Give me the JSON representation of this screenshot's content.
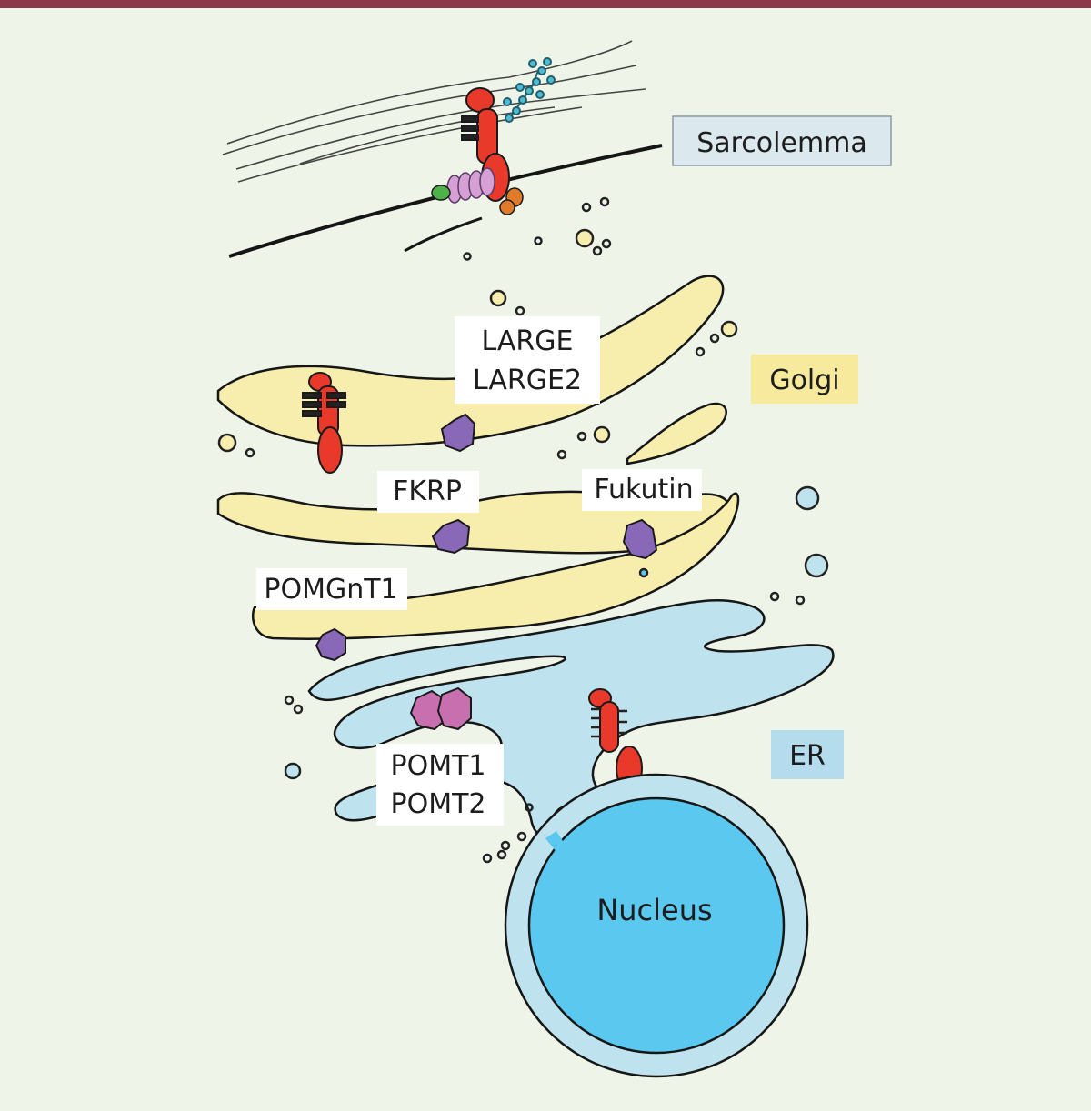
{
  "diagram": {
    "labels": {
      "sarcolemma": "Sarcolemma",
      "golgi": "Golgi",
      "er": "ER",
      "nucleus": "Nucleus",
      "large_line1": "LARGE",
      "large_line2": "LARGE2",
      "fkrp": "FKRP",
      "fukutin": "Fukutin",
      "pomgnt1": "POMGnT1",
      "pomt_line1": "POMT1",
      "pomt_line2": "POMT2"
    },
    "colors": {
      "background": "#eef5e8",
      "top_rule": "#8c3a4a",
      "golgi_fill": "#f7eeae",
      "golgi_box": "#f7ea9c",
      "er_fill": "#bfe3ee",
      "er_box": "#b5dced",
      "sarcolemma_box": "#dbe8ee",
      "nucleus_fill": "#5bc8ef",
      "nucleus_envelope": "#bfe3ee",
      "glycoprotein": "#e8392a",
      "enzyme_purple": "#8a68b8",
      "pomt_pink": "#c86fb0",
      "outline": "#1a1a1a"
    }
  }
}
